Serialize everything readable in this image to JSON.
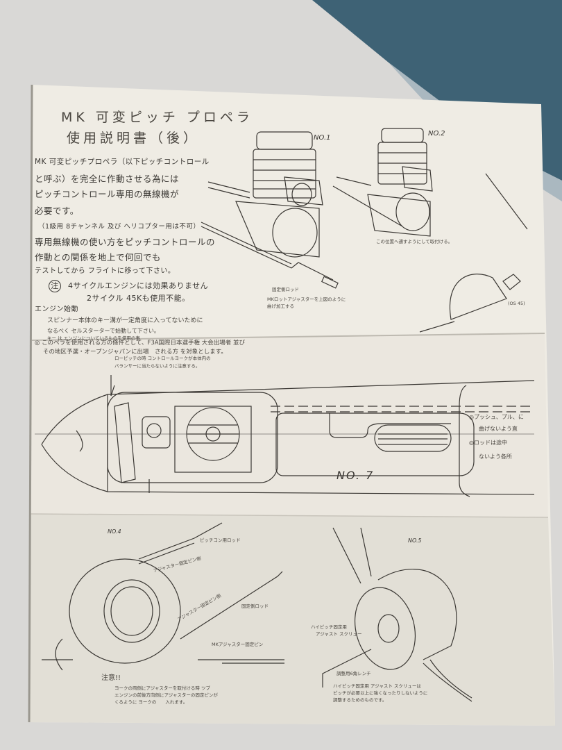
{
  "document": {
    "title_line1": "MK 可変ピッチ プロペラ",
    "title_line2": "使用説明書（後）",
    "intro": [
      "MK 可変ピッチプロペラ（以下ピッチコントロール",
      "と呼ぶ）を完全に作動させる為には",
      "ピッチコントロール専用の無線機が",
      "必要です。",
      "（1級用 8チャンネル 及び ヘリコプター用は不可）",
      "専用無線機の使い方をピッチコントロールの",
      "作動との関係を地上で何回でも",
      "テストしてから フライトに移って下さい。"
    ],
    "note_mark": "注",
    "note_lines": [
      "4サイクルエンジンには効果ありません",
      "2サイクル 45Kも使用不能。"
    ],
    "engine_start_heading": "エンジン始動",
    "engine_start_lines": [
      "スピンナー本体のキー溝が一定角度に入ってないために",
      "なるべく セルスターターで始動して下さい。",
      "キー は エンジンについているものを使用の事"
    ],
    "conditions": [
      "◎ このペラを使用される方の條件として、F3A国際日本選手権 大会出場者 並び",
      "その地区予選・オープンジャパンに出場　される方 を対象とします。"
    ]
  },
  "figures": {
    "no1": {
      "label": "NO.1",
      "rod": "固定側ロッド",
      "caption": [
        "MKロットアジャスターを上図のように",
        "曲げ加工する"
      ]
    },
    "no2": {
      "label": "NO.2",
      "caption": "この位置へ通すようにして取付ける。"
    },
    "engine_tag": "(OS 45)",
    "no7": {
      "label": "NO. 7",
      "caution": [
        "ローピッチの時 コントロールヨークが本体内の",
        "バランサーに当たらないように注意する。"
      ],
      "side_notes": [
        "◎プッシュ、プル、に",
        "曲げないよう直",
        "◎ロッドは途中",
        "ないよう各所"
      ]
    },
    "no4": {
      "label": "NO.4",
      "pitch_rod": "ピッチコン用ロッド",
      "adjuster_pin_side_1": "アジャスター固定ピン側",
      "adjuster_pin_side_2": "アジャスター固定ピン側",
      "fixed_rod": "固定側ロッド",
      "mk_pin": "MKアジャスター固定ピン",
      "warning_title": "注意!!",
      "warning_lines": [
        "ヨークの両側にアジャスターを取付ける時 ツブ",
        "エンジンの前後方向側にアジャスターの固定ピンが",
        "くるように ヨークの　　入れます。"
      ]
    },
    "no5": {
      "label": "NO.5",
      "screw_label": [
        "ハイピッチ固定用",
        "アジャスト スクリュー"
      ],
      "wrench_label": "調整用6角レンチ",
      "notes": [
        "ハイピッチ固定用 アジャスト スクリューは",
        "ピッチが必要以上に強くなったりしないように",
        "調整するためのものです。"
      ]
    }
  },
  "colors": {
    "paper": "#efece4",
    "paper_lower": "#e4e1d8",
    "ink": "#3a3733",
    "background_cloth": "#d9d8d6",
    "blue_panel": "#3e6275"
  }
}
